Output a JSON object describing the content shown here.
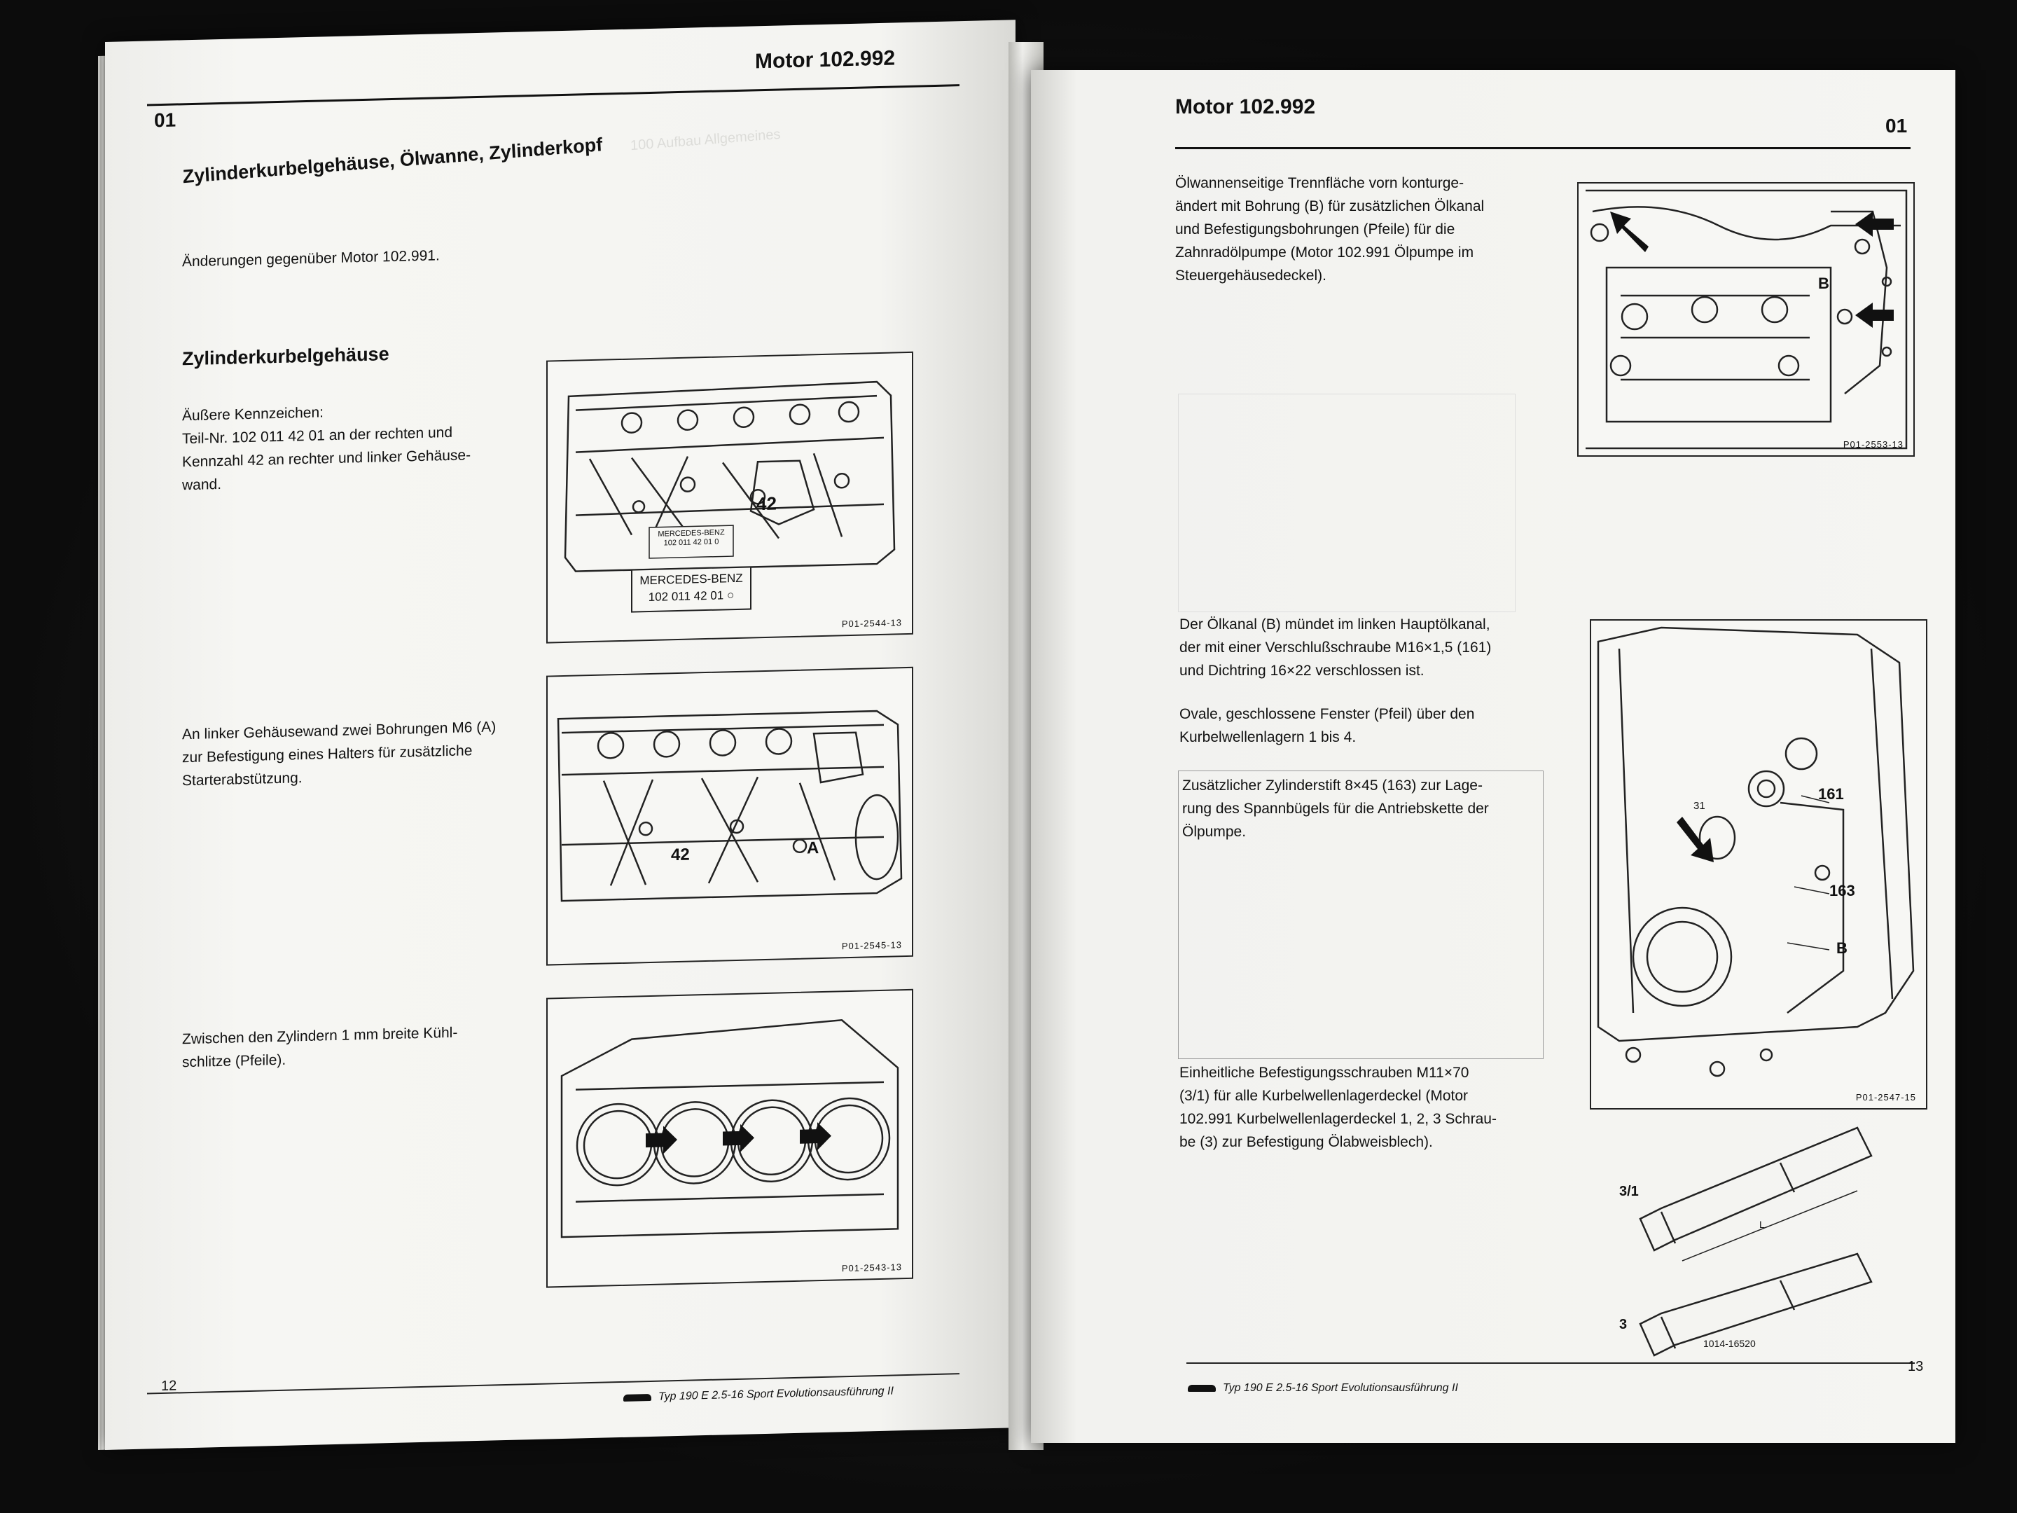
{
  "left_page": {
    "section_number": "01",
    "header_title": "Motor 102.992",
    "main_title": "Zylinderkurbelgehäuse, Ölwanne, Zylinderkopf",
    "changes_line": "Änderungen gegenüber Motor 102.991.",
    "subsection_title": "Zylinderkurbelgehäuse",
    "para_marks": [
      "Äußere Kennzeichen:",
      "Teil-Nr. 102 011 42 01 an der rechten und",
      "Kennzahl 42 an rechter und linker Gehäuse-",
      "wand."
    ],
    "para_m6": [
      "An linker Gehäusewand zwei Bohrungen M6 (A)",
      "zur Befestigung eines Halters für zusätzliche",
      "Starterabstützung."
    ],
    "para_slots": [
      "Zwischen den Zylindern 1 mm breite Kühl-",
      "schlitze (Pfeile)."
    ],
    "figures": [
      {
        "code": "P01-2544-13",
        "callout": "42",
        "plate_line1": "MERCEDES-BENZ",
        "plate_line2": "102 011 42 01",
        "small_plate1": "MERCEDES-BENZ",
        "small_plate2": "102 011 42 01 0"
      },
      {
        "code": "P01-2545-13",
        "callout": "42",
        "label_a": "A"
      },
      {
        "code": "P01-2543-13"
      }
    ],
    "page_number": "12",
    "footer": "Typ 190 E 2.5-16 Sport Evolutionsausführung II"
  },
  "right_page": {
    "section_number": "01",
    "header_title": "Motor 102.992",
    "para_trennflaeche": [
      "Ölwannenseitige Trennfläche vorn konturge-",
      "ändert mit Bohrung (B) für zusätzlichen Ölkanal",
      "und Befestigungsbohrungen (Pfeile) für die",
      "Zahnradölpumpe (Motor 102.991 Ölpumpe im",
      "Steuergehäusedeckel)."
    ],
    "para_oelkanal": [
      "Der Ölkanal (B) mündet im linken Hauptölkanal,",
      "der mit einer Verschlußschraube M16×1,5 (161)",
      "und Dichtring 16×22 verschlossen ist."
    ],
    "para_fenster": [
      "Ovale, geschlossene Fenster (Pfeil) über den",
      "Kurbelwellenlagern 1 bis 4."
    ],
    "para_zylinderstift": [
      "Zusätzlicher Zylinderstift 8×45 (163) zur Lage-",
      "rung des Spannbügels für die Antriebskette der",
      "Ölpumpe."
    ],
    "para_schrauben": [
      "Einheitliche Befestigungsschrauben M11×70",
      "(3/1) für alle Kurbelwellenlagerdeckel (Motor",
      "102.991 Kurbelwellenlagerdeckel 1, 2, 3 Schrau-",
      "be (3) zur Befestigung Ölabweisblech)."
    ],
    "figures": [
      {
        "code": "P01-2553-13",
        "label_b": "B"
      },
      {
        "code": "P01-2547-15",
        "label_161": "161",
        "label_163": "163",
        "label_b": "B",
        "label_31": "31"
      },
      {
        "code": "1014-16520",
        "label_31": "3/1",
        "label_3": "3",
        "label_l": "L"
      }
    ],
    "page_number": "13",
    "footer": "Typ 190 E 2.5-16 Sport Evolutionsausführung II"
  }
}
